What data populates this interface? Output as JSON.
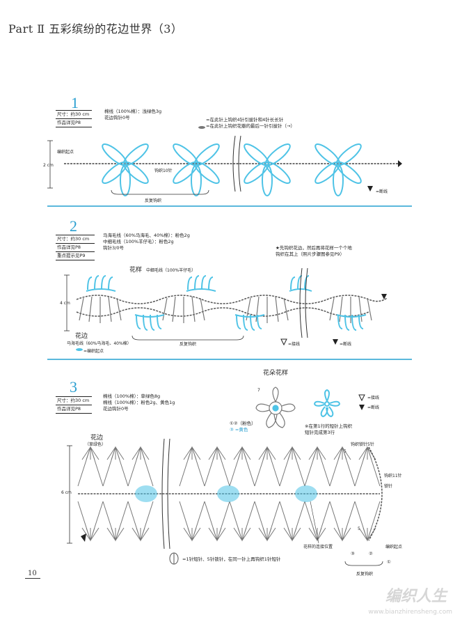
{
  "header": {
    "title": "Part Ⅱ  五彩缤纷的花边世界（3）"
  },
  "section1": {
    "number": "1",
    "info": [
      "尺寸：约30 cm",
      "作品详见P8"
    ],
    "materials": [
      "棉线（100%棉）：浅绿色3g",
      "花边钩针0号"
    ],
    "notes": [
      "=在此针上钩织4针引拔针和4针长长针",
      "=在此针上钩织花瓣的最后一针引拔针（→）"
    ],
    "start_label": "编织起点",
    "height_label": "2 cm",
    "chain_label": "钩织10针",
    "repeat_label": "反复钩织",
    "cut_label": "=断线"
  },
  "section2": {
    "number": "2",
    "info": [
      "尺寸：约30 cm",
      "作品详见P8",
      "重点提示见P9"
    ],
    "materials": [
      "马海毛线（60%马海毛、40%棉）：粉色2g",
      "中细毛线（100%羊仔毛）：粉色2g",
      "钩针3/0号"
    ],
    "note": [
      "★先钩织花边，然后再将花样一个个地",
      "钩织在其上（照片步骤图参见P9）"
    ],
    "flower_label": "花样",
    "flower_yarn": "中细毛线（100%羊仔毛）",
    "height_label": "4 cm",
    "edge_label": "花边",
    "edge_yarn": "马海毛线（60%马海毛、40%棉）",
    "start_label": "=编织起点",
    "repeat_label": "反复钩织",
    "join_label": "=接线",
    "cut_label": "=断线"
  },
  "section3": {
    "number": "3",
    "info": [
      "尺寸：约30 cm",
      "作品详见P8"
    ],
    "materials": [
      "棉线（100%棉）：草绿色8g",
      "棉线（100%棉）：粉色2g、黄色1g",
      "花边钩针0号"
    ],
    "flower_title": "花朵花样",
    "flower_num": "7",
    "color_legend": [
      "①②（粉色）",
      "③ =黄色"
    ],
    "flower_note": [
      "※在第1行的短针上钩织",
      "短针完成第3行"
    ],
    "join_label": "=接线",
    "cut_label": "=断线",
    "edge_label": "花边",
    "edge_color": "（草绿色）",
    "height_label": "6 cm",
    "chain5_label": "钩织锁针5针",
    "chain11_label": [
      "钩织11针",
      "锁针"
    ],
    "connect_label": "花样的连接位置",
    "start_label": "编织起点",
    "repeat_label": "反复钩织",
    "circle_nums": [
      "③",
      "②",
      "①"
    ],
    "row_nums": [
      "5",
      "5"
    ],
    "bottom_note": "=1针短针、5针锁针，在同一针上再钩织1针短针"
  },
  "footer": {
    "page": "10",
    "watermark": "编织人生",
    "watermark_url": "www.bianzhirensheng.com"
  },
  "colors": {
    "accent": "#2a9fd0",
    "diagram_blue": "#4ec3e6",
    "divider": "#5bb8dc"
  }
}
